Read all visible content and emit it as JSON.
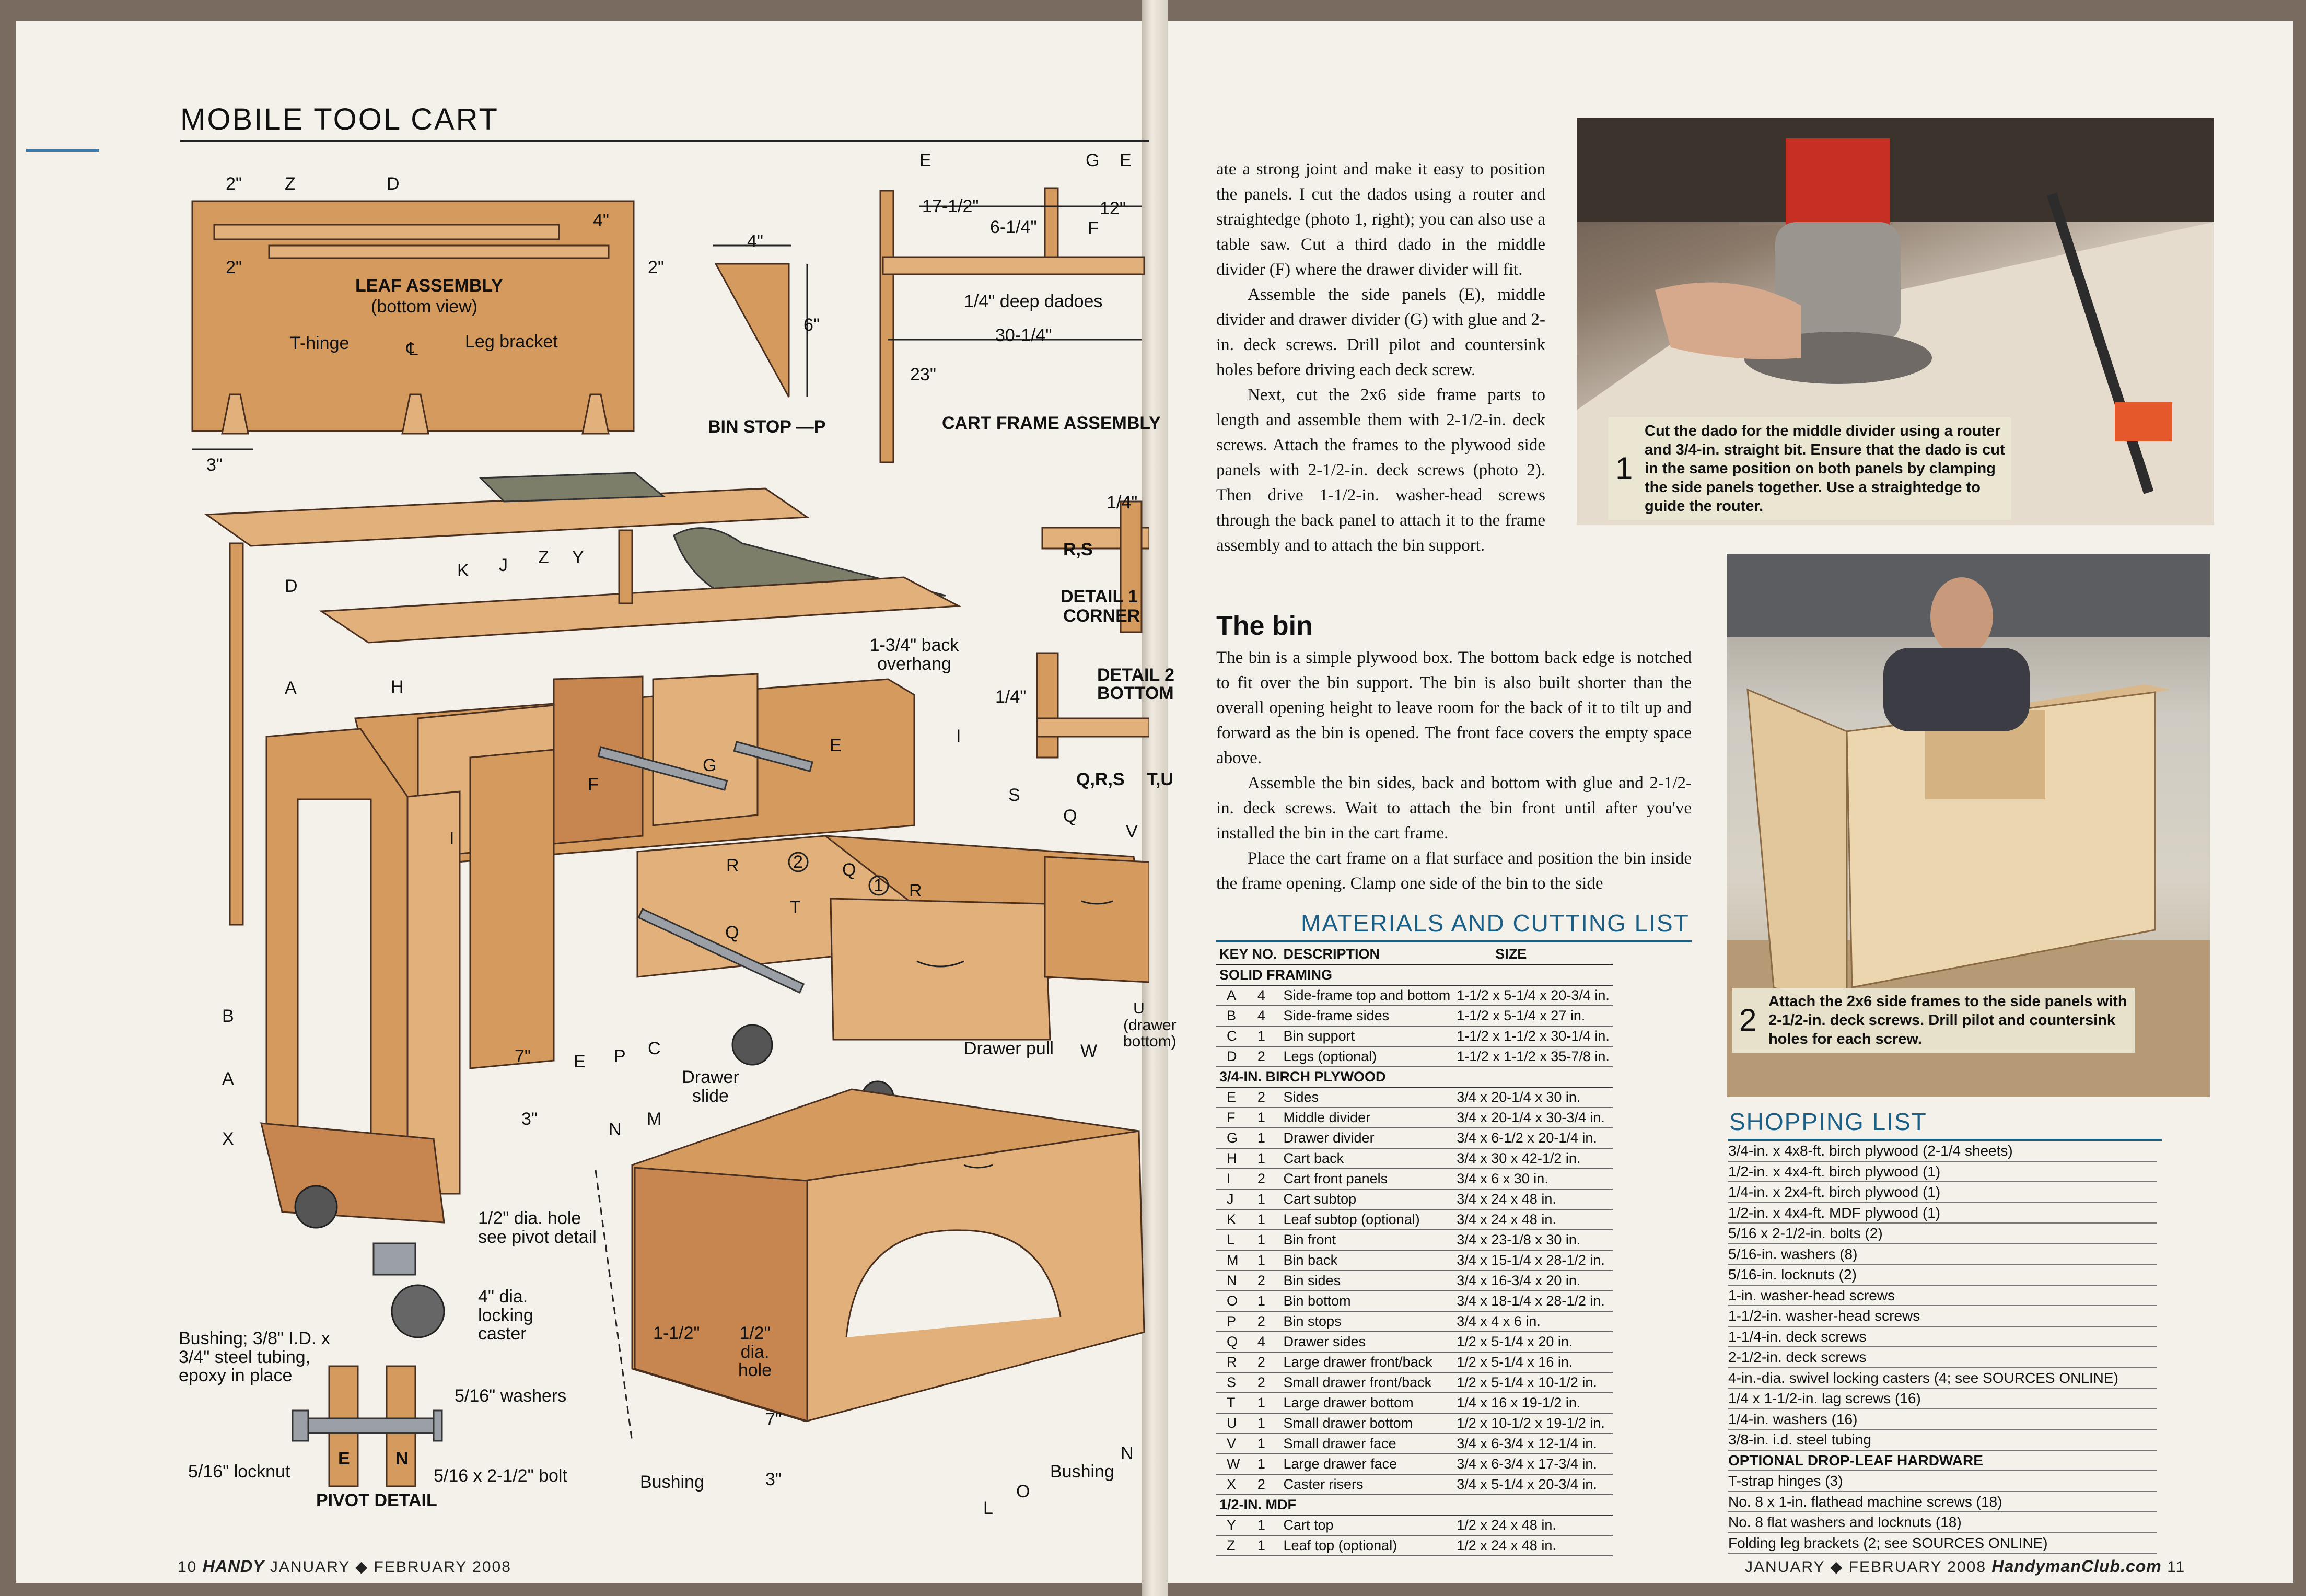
{
  "left_page": {
    "section_title": "MOBILE TOOL CART",
    "leaf_assembly": {
      "dims": [
        "2\"",
        "Z",
        "D",
        "4\"",
        "2\"",
        "2\"",
        "3\""
      ],
      "title": "LEAF ASSEMBLY",
      "subtitle": "(bottom view)",
      "t_hinge": "T-hinge",
      "centerline": "℄",
      "leg_bracket": "Leg bracket"
    },
    "bin_stop": {
      "dim_w": "4\"",
      "dim_h": "6\"",
      "title": "BIN STOP —P"
    },
    "cart_frame": {
      "e": "E",
      "g": "G",
      "e2": "E",
      "d1": "17-1/2\"",
      "d2": "6-1/4\"",
      "d3": "12\"",
      "f": "F",
      "dadoes": "1/4\" deep dadoes",
      "d4": "30-1/4\"",
      "d5": "23\"",
      "title": "CART FRAME ASSEMBLY"
    },
    "detail1": {
      "dim": "1/4\"",
      "part": "R,S",
      "title1": "DETAIL 1",
      "title2": "CORNER"
    },
    "detail2": {
      "dim": "1/4\"",
      "title1": "DETAIL 2",
      "title2": "BOTTOM",
      "parts1": "Q,R,S",
      "parts2": "T,U"
    },
    "cart_labels": {
      "d": "D",
      "k": "K",
      "j": "J",
      "z": "Z",
      "y": "Y",
      "overhang": "1-3/4\" back overhang",
      "a": "A",
      "h": "H",
      "i": "I",
      "f": "F",
      "g": "G",
      "e": "E",
      "s": "S",
      "q": "Q",
      "v": "V",
      "r": "R",
      "two": "2",
      "q2": "Q",
      "one": "1",
      "t": "T",
      "r2": "R",
      "q3": "Q",
      "b": "B",
      "i2": "I",
      "dim7": "7\"",
      "e2": "E",
      "p": "P",
      "c": "C",
      "drawer_slide": "Drawer slide",
      "drawer_pull": "Drawer pull",
      "w": "W",
      "u": "U (drawer bottom)",
      "a2": "A",
      "x": "X",
      "dim3": "3\"",
      "hole": "1/2\" dia. hole see pivot detail",
      "caster": "4\" dia. locking caster"
    },
    "bin_labels": {
      "n": "N",
      "m": "M",
      "d1": "1-1/2\"",
      "hole": "1/2\" dia. hole",
      "d7": "7\"",
      "d3": "3\"",
      "bushing": "Bushing",
      "l": "L",
      "o": "O",
      "bushing2": "Bushing",
      "n2": "N"
    },
    "pivot": {
      "bushing": "Bushing; 3/8\" I.D. x 3/4\" steel tubing, epoxy in place",
      "washers": "5/16\" washers",
      "locknut": "5/16\" locknut",
      "e": "E",
      "n": "N",
      "bolt": "5/16 x 2-1/2\" bolt",
      "title": "PIVOT DETAIL"
    },
    "folio": {
      "page": "10",
      "mag": "HANDY",
      "date": "JANUARY ◆ FEBRUARY 2008"
    }
  },
  "right_page": {
    "body1": [
      "ate a strong joint and make it easy to position the panels. I cut the dados using a router and straightedge (photo 1, right); you can also use a table saw. Cut a third dado in the middle divider (F) where the drawer divider will fit.",
      "Assemble the side panels (E), middle divider and drawer divider (G) with glue and 2-in. deck screws. Drill pilot and countersink holes before driving each deck screw.",
      "Next, cut the 2x6 side frame parts to length and assemble them with 2-1/2-in. deck screws. Attach the frames to the plywood side panels with 2-1/2-in. deck screws (photo 2). Then drive 1-1/2-in. washer-head screws through the back panel to attach it to the frame assembly and to attach the bin support."
    ],
    "bin_heading": "The bin",
    "body2": [
      "The bin is a simple plywood box. The bottom back edge is notched to fit over the bin support. The bin is also built shorter than the overall opening height to leave room for the back of it to tilt up and forward as the bin is opened. The front face covers the empty space above.",
      "Assemble the bin sides, back and bottom with glue and 2-1/2-in. deck screws. Wait to attach the bin front until after you've installed the bin in the cart frame.",
      "Place the cart frame on a flat surface and position the bin inside the frame opening. Clamp one side of the bin to the side"
    ],
    "photo1_caption": {
      "num": "1",
      "text": "Cut the dado for the middle divider using a router and 3/4-in. straight bit. Ensure that the dado is cut in the same position on both panels by clamping the side panels together. Use a straightedge to guide the router."
    },
    "photo2_caption": {
      "num": "2",
      "text": "Attach the 2x6 side frames to the side panels with 2-1/2-in. deck screws. Drill pilot and countersink holes for each screw."
    },
    "materials": {
      "title": "MATERIALS AND CUTTING LIST",
      "headers": [
        "KEY NO.",
        "DESCRIPTION",
        "SIZE"
      ],
      "groups": [
        {
          "name": "SOLID FRAMING",
          "rows": [
            [
              "A",
              "4",
              "Side-frame top and bottom",
              "1-1/2 x 5-1/4 x 20-3/4 in."
            ],
            [
              "B",
              "4",
              "Side-frame sides",
              "1-1/2 x 5-1/4 x 27 in."
            ],
            [
              "C",
              "1",
              "Bin support",
              "1-1/2 x 1-1/2 x 30-1/4 in."
            ],
            [
              "D",
              "2",
              "Legs (optional)",
              "1-1/2 x 1-1/2 x 35-7/8 in."
            ]
          ]
        },
        {
          "name": "3/4-IN. BIRCH PLYWOOD",
          "rows": [
            [
              "E",
              "2",
              "Sides",
              "3/4 x 20-1/4 x 30 in."
            ],
            [
              "F",
              "1",
              "Middle divider",
              "3/4 x 20-1/4 x 30-3/4 in."
            ],
            [
              "G",
              "1",
              "Drawer divider",
              "3/4 x 6-1/2 x 20-1/4 in."
            ],
            [
              "H",
              "1",
              "Cart back",
              "3/4 x 30 x 42-1/2 in."
            ],
            [
              "I",
              "2",
              "Cart front panels",
              "3/4 x 6 x 30 in."
            ],
            [
              "J",
              "1",
              "Cart subtop",
              "3/4 x 24 x 48 in."
            ],
            [
              "K",
              "1",
              "Leaf subtop (optional)",
              "3/4 x 24 x 48 in."
            ],
            [
              "L",
              "1",
              "Bin front",
              "3/4 x 23-1/8 x 30 in."
            ],
            [
              "M",
              "1",
              "Bin back",
              "3/4 x 15-1/4 x 28-1/2 in."
            ],
            [
              "N",
              "2",
              "Bin sides",
              "3/4 x 16-3/4 x 20 in."
            ],
            [
              "O",
              "1",
              "Bin bottom",
              "3/4 x 18-1/4 x 28-1/2 in."
            ],
            [
              "P",
              "2",
              "Bin stops",
              "3/4 x 4 x 6 in."
            ],
            [
              "Q",
              "4",
              "Drawer sides",
              "1/2 x 5-1/4 x 20 in."
            ],
            [
              "R",
              "2",
              "Large drawer front/back",
              "1/2 x 5-1/4 x 16 in."
            ],
            [
              "S",
              "2",
              "Small drawer front/back",
              "1/2 x 5-1/4 x 10-1/2 in."
            ],
            [
              "T",
              "1",
              "Large drawer bottom",
              "1/4 x 16 x 19-1/2 in."
            ],
            [
              "U",
              "1",
              "Small drawer bottom",
              "1/2 x 10-1/2 x 19-1/2 in."
            ],
            [
              "V",
              "1",
              "Small drawer face",
              "3/4 x 6-3/4 x 12-1/4 in."
            ],
            [
              "W",
              "1",
              "Large drawer face",
              "3/4 x 6-3/4 x 17-3/4 in."
            ],
            [
              "X",
              "2",
              "Caster risers",
              "3/4 x 5-1/4 x 20-3/4 in."
            ]
          ]
        },
        {
          "name": "1/2-IN. MDF",
          "rows": [
            [
              "Y",
              "1",
              "Cart top",
              "1/2 x 24 x 48 in."
            ],
            [
              "Z",
              "1",
              "Leaf top (optional)",
              "1/2 x 24 x 48 in."
            ]
          ]
        }
      ]
    },
    "shopping": {
      "title": "SHOPPING LIST",
      "items": [
        "3/4-in. x 4x8-ft. birch plywood (2-1/4 sheets)",
        "1/2-in. x 4x4-ft. birch plywood (1)",
        "1/4-in. x 2x4-ft. birch plywood (1)",
        "1/2-in. x 4x4-ft. MDF plywood (1)",
        "5/16 x 2-1/2-in. bolts (2)",
        "5/16-in. washers (8)",
        "5/16-in. locknuts (2)",
        "1-in. washer-head screws",
        "1-1/2-in. washer-head screws",
        "1-1/4-in. deck screws",
        "2-1/2-in. deck screws",
        "4-in.-dia. swivel locking casters (4; see SOURCES ONLINE)",
        "1/4 x 1-1/2-in. lag screws (16)",
        "1/4-in. washers (16)",
        "3/8-in. i.d. steel tubing"
      ],
      "opt_heading": "OPTIONAL DROP-LEAF HARDWARE",
      "opt_items": [
        "T-strap hinges (3)",
        "No. 8 x 1-in. flathead machine screws (18)",
        "No. 8 flat washers and locknuts (18)",
        "Folding leg brackets (2; see SOURCES ONLINE)"
      ]
    },
    "folio": {
      "date": "JANUARY ◆ FEBRUARY 2008",
      "site": "HandymanClub.com",
      "page": "11"
    }
  }
}
